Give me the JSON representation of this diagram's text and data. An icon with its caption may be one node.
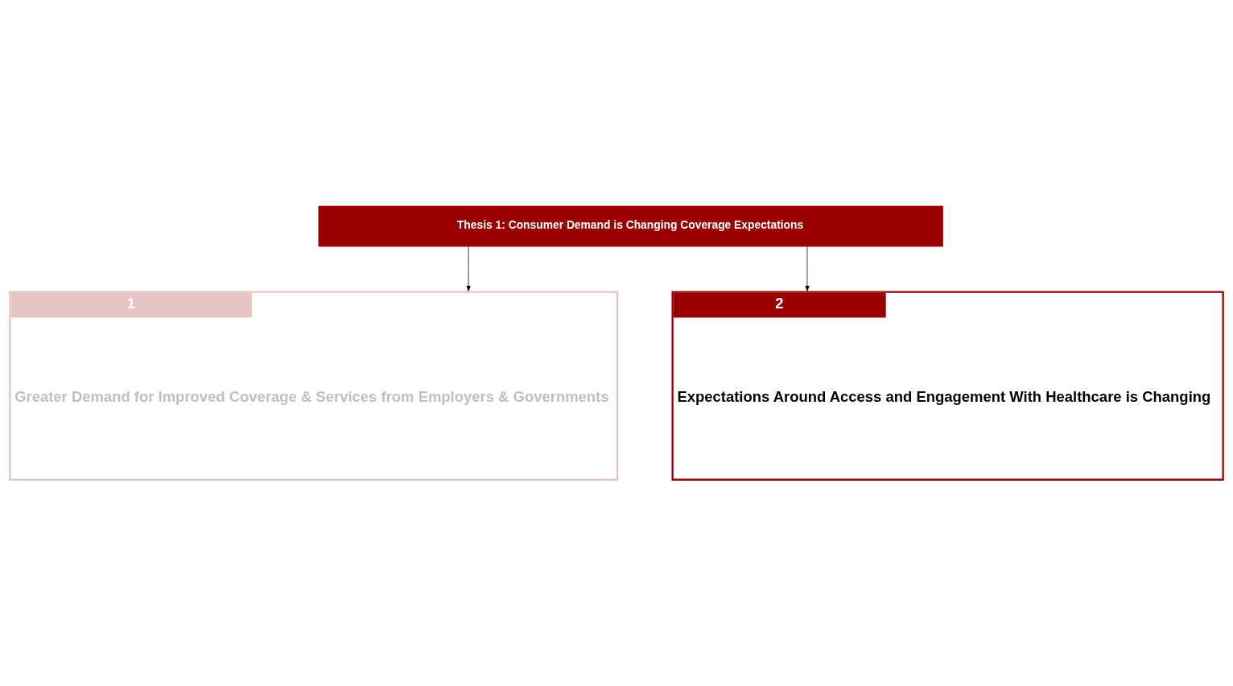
{
  "diagram": {
    "nodes": [
      {
        "text": [
          "Thesis 1: Consumer Demand is Changing Coverage Expectations"
        ]
      },
      {
        "text": [
          "1",
          "Greater Demand for Improved Coverage & Services from Employers & Governments"
        ]
      },
      {
        "text": [
          "2",
          "Expectations Around Access and Engagement With Healthcare is Changing"
        ]
      }
    ],
    "edges": [
      {
        "from": 0,
        "to": 1,
        "arrow": "to"
      },
      {
        "from": 0,
        "to": 2,
        "arrow": "to"
      }
    ]
  }
}
